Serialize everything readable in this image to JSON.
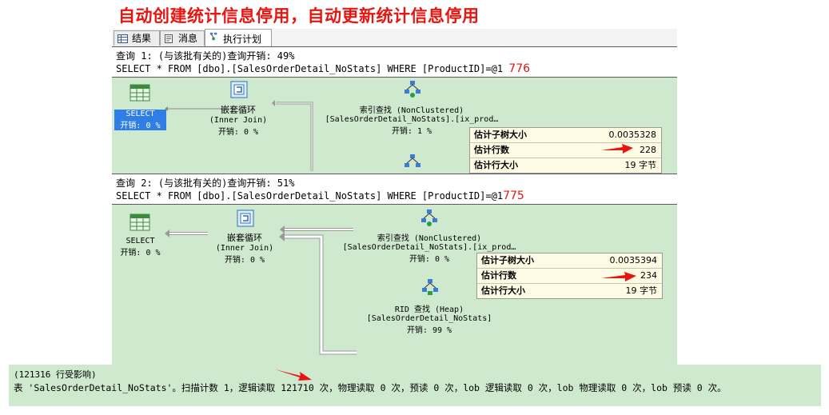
{
  "title": "自动创建统计信息停用，自动更新统计信息停用",
  "tabs": [
    {
      "label": "结果"
    },
    {
      "label": "消息"
    },
    {
      "label": "执行计划"
    }
  ],
  "query1": {
    "header": "查询 1: (与该批有关的)查询开销: 49%",
    "sql": "SELECT * FROM [dbo].[SalesOrderDetail_NoStats] WHERE [ProductID]=@1",
    "annotation": "776",
    "select": {
      "name": "SELECT",
      "cost": "开销: 0 %"
    },
    "loop": {
      "name": "嵌套循环",
      "sub": "(Inner Join)",
      "cost": "开销: 0 %"
    },
    "seek": {
      "name": "索引查找 (NonClustered)",
      "object": "[SalesOrderDetail_NoStats].[ix_prod…",
      "cost": "开销: 1 %"
    },
    "tooltip": [
      {
        "key": "估计子树大小",
        "value": "0.0035328"
      },
      {
        "key": "估计行数",
        "value": "228"
      },
      {
        "key": "估计行大小",
        "value": "19 字节"
      }
    ]
  },
  "query2": {
    "header": "查询 2: (与该批有关的)查询开销: 51%",
    "sql": "SELECT * FROM [dbo].[SalesOrderDetail_NoStats] WHERE [ProductID]=@1",
    "annotation": "775",
    "select": {
      "name": "SELECT",
      "cost": "开销: 0 %"
    },
    "loop": {
      "name": "嵌套循环",
      "sub": "(Inner Join)",
      "cost": "开销: 0 %"
    },
    "seek": {
      "name": "索引查找 (NonClustered)",
      "object": "[SalesOrderDetail_NoStats].[ix_prod…",
      "cost": "开销: 0 %"
    },
    "rid": {
      "name": "RID 查找 (Heap)",
      "object": "[SalesOrderDetail_NoStats]",
      "cost": "开销: 99 %"
    },
    "tooltip": [
      {
        "key": "估计子树大小",
        "value": "0.0035394"
      },
      {
        "key": "估计行数",
        "value": "234"
      },
      {
        "key": "估计行大小",
        "value": "19 字节"
      }
    ]
  },
  "messages": {
    "rows_affected": "(121316 行受影响)",
    "stats": "表 'SalesOrderDetail_NoStats'。扫描计数 1，逻辑读取 121710 次，物理读取 0 次，预读 0 次，lob 逻辑读取 0 次，lob 物理读取 0 次，lob 预读 0 次。"
  },
  "colors": {
    "annotation": "#e8140f",
    "plan_bg": "#cfe9cf",
    "select_highlight": "#2e7ee6"
  },
  "icons": [
    "grid-icon",
    "message-icon",
    "plan-icon",
    "select-operator-icon",
    "nested-loop-icon",
    "index-seek-icon",
    "rid-lookup-icon",
    "red-arrow-icon"
  ]
}
